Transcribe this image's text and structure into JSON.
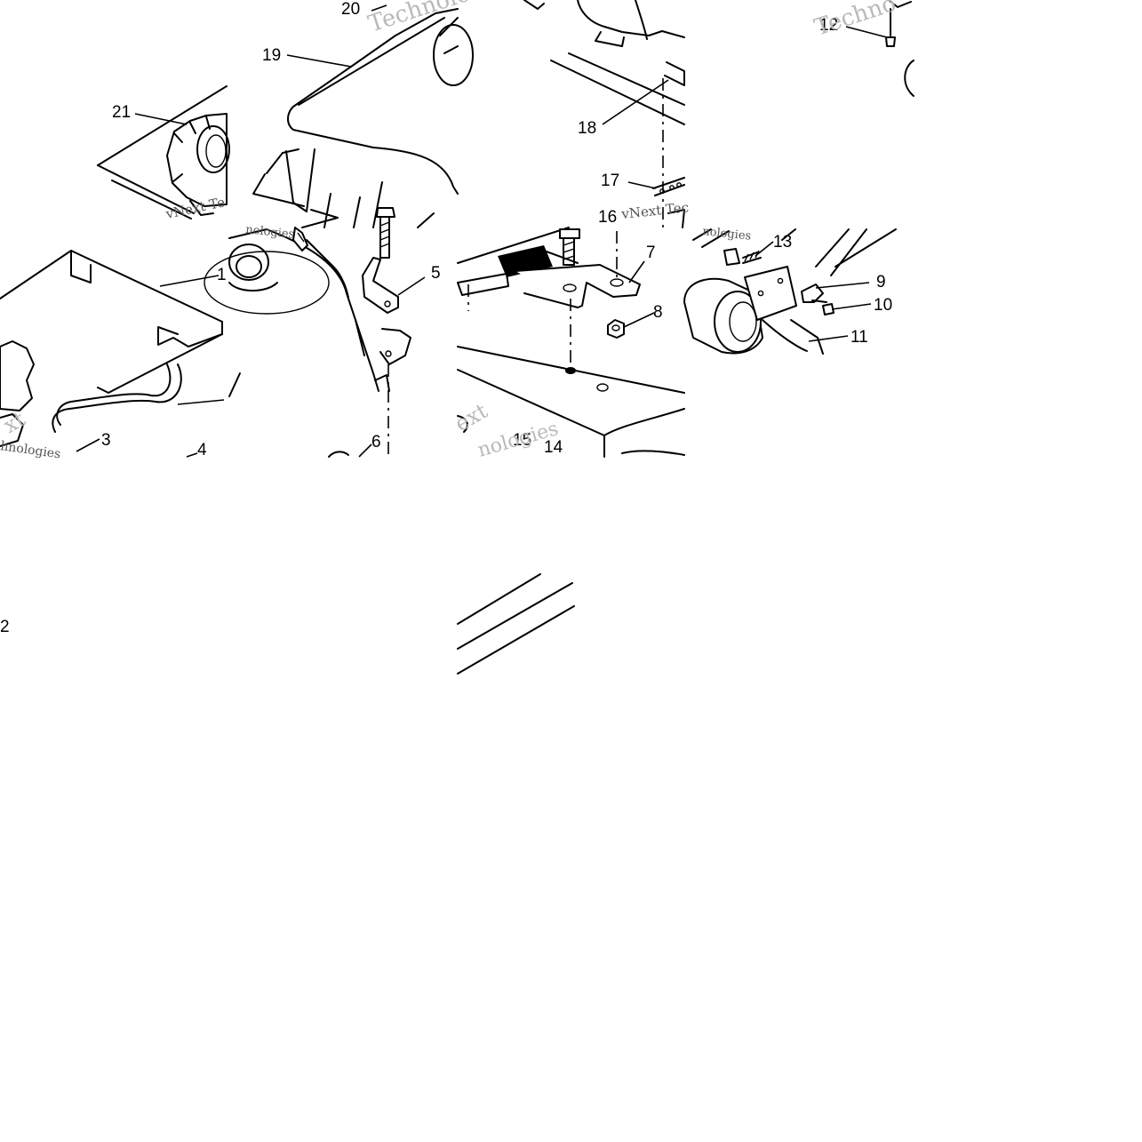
{
  "callouts": [
    {
      "id": "20",
      "label": "20"
    },
    {
      "id": "19",
      "label": "19"
    },
    {
      "id": "21",
      "label": "21"
    },
    {
      "id": "18",
      "label": "18"
    },
    {
      "id": "12",
      "label": "12"
    },
    {
      "id": "17",
      "label": "17"
    },
    {
      "id": "16",
      "label": "16"
    },
    {
      "id": "1",
      "label": "1"
    },
    {
      "id": "5",
      "label": "5"
    },
    {
      "id": "7",
      "label": "7"
    },
    {
      "id": "13",
      "label": "13"
    },
    {
      "id": "9",
      "label": "9"
    },
    {
      "id": "10",
      "label": "10"
    },
    {
      "id": "8",
      "label": "8"
    },
    {
      "id": "11",
      "label": "11"
    },
    {
      "id": "3",
      "label": "3"
    },
    {
      "id": "4",
      "label": "4"
    },
    {
      "id": "6",
      "label": "6"
    },
    {
      "id": "15",
      "label": "15"
    },
    {
      "id": "14",
      "label": "14"
    },
    {
      "id": "2",
      "label": "2"
    }
  ],
  "watermarks": {
    "w1": "Techno",
    "w2": "Technolo",
    "w3": "vNext Te",
    "w4": "vNext Tec",
    "w5": "nologies",
    "w6": "nologies",
    "w7": "xt",
    "w8": "hnologies",
    "w9": "ext",
    "w10": "nologies"
  }
}
